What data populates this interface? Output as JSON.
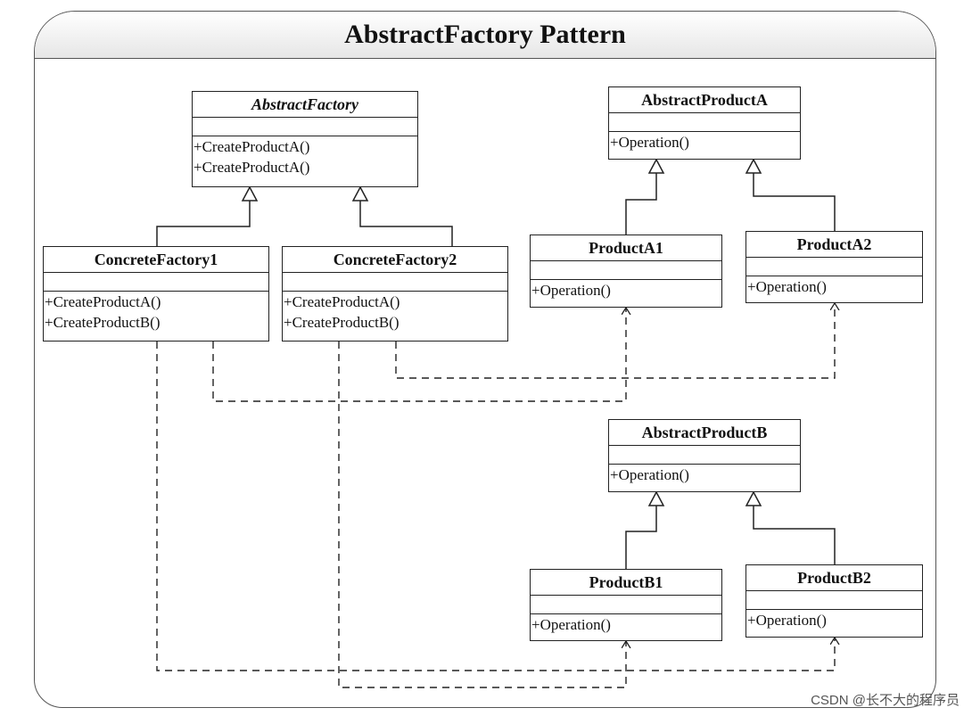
{
  "title": "AbstractFactory Pattern",
  "watermark": "CSDN @长不大的程序员",
  "classes": {
    "abstract_factory": {
      "name": "AbstractFactory",
      "ops": [
        "+CreateProductA()",
        "+CreateProductA()"
      ]
    },
    "concrete_factory1": {
      "name": "ConcreteFactory1",
      "ops": [
        "+CreateProductA()",
        "+CreateProductB()"
      ]
    },
    "concrete_factory2": {
      "name": "ConcreteFactory2",
      "ops": [
        "+CreateProductA()",
        "+CreateProductB()"
      ]
    },
    "abstract_product_a": {
      "name": "AbstractProductA",
      "ops": [
        "+Operation()"
      ]
    },
    "product_a1": {
      "name": "ProductA1",
      "ops": [
        "+Operation()"
      ]
    },
    "product_a2": {
      "name": "ProductA2",
      "ops": [
        "+Operation()"
      ]
    },
    "abstract_product_b": {
      "name": "AbstractProductB",
      "ops": [
        "+Operation()"
      ]
    },
    "product_b1": {
      "name": "ProductB1",
      "ops": [
        "+Operation()"
      ]
    },
    "product_b2": {
      "name": "ProductB2",
      "ops": [
        "+Operation()"
      ]
    }
  }
}
